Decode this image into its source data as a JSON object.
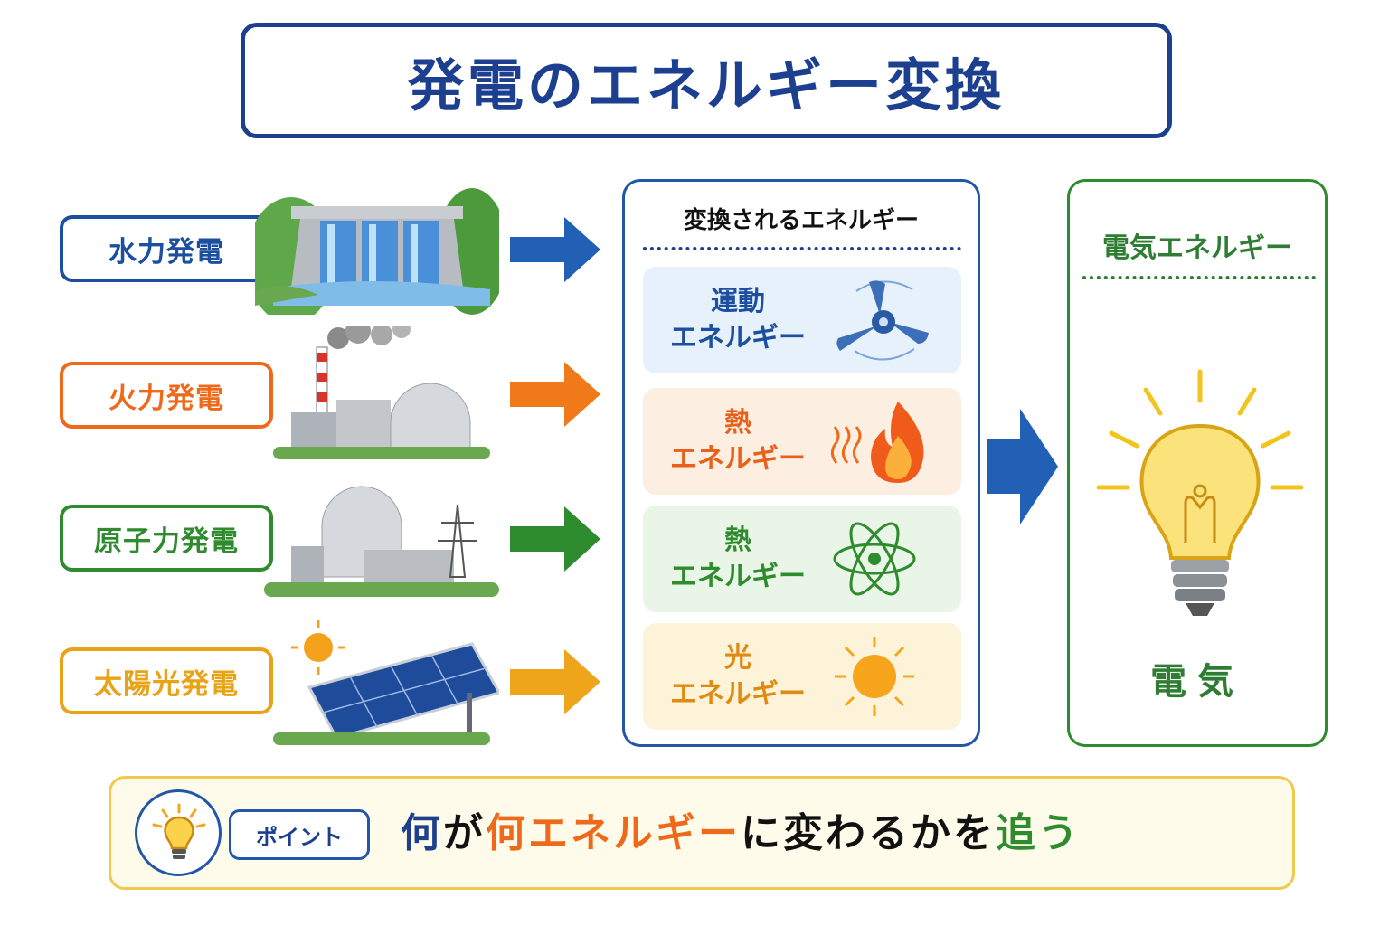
{
  "title": "発電のエネルギー変換",
  "sources": [
    {
      "label": "水力発電",
      "color": "#1c4fa0",
      "icon": "hydro-dam-icon",
      "arrow_color": "#2160b5"
    },
    {
      "label": "火力発電",
      "color": "#ee6a1a",
      "icon": "thermal-plant-icon",
      "arrow_color": "#f07a1a"
    },
    {
      "label": "原子力発電",
      "color": "#2e8b2e",
      "icon": "nuclear-plant-icon",
      "arrow_color": "#2e8b2e"
    },
    {
      "label": "太陽光発電",
      "color": "#e8a317",
      "icon": "solar-panel-icon",
      "arrow_color": "#eea51c"
    }
  ],
  "middle": {
    "header": "変換されるエネルギー",
    "items": [
      {
        "line1": "運動",
        "line2": "エネルギー",
        "color": "#1c4fa0",
        "bg": "#e6f1fc",
        "icon": "turbine-icon"
      },
      {
        "line1": "熱",
        "line2": "エネルギー",
        "color": "#e8611a",
        "bg": "#fdeee2",
        "icon": "flame-icon"
      },
      {
        "line1": "熱",
        "line2": "エネルギー",
        "color": "#2e8b2e",
        "bg": "#e9f5e6",
        "icon": "atom-icon"
      },
      {
        "line1": "光",
        "line2": "エネルギー",
        "color": "#e08a12",
        "bg": "#fdf3d9",
        "icon": "sun-icon"
      }
    ]
  },
  "result": {
    "header": "電気エネルギー",
    "caption": "電気",
    "icon": "light-bulb-icon",
    "color": "#2e7d32"
  },
  "point": {
    "tag": "ポイント",
    "icon": "light-bulb-icon",
    "message": [
      {
        "text": "何",
        "color": "#1c3f8f"
      },
      {
        "text": "が",
        "color": "#111111"
      },
      {
        "text": "何エネルギー",
        "color": "#ee6a1a"
      },
      {
        "text": "に変わるかを",
        "color": "#111111"
      },
      {
        "text": "追う",
        "color": "#2e8b2e"
      }
    ]
  }
}
